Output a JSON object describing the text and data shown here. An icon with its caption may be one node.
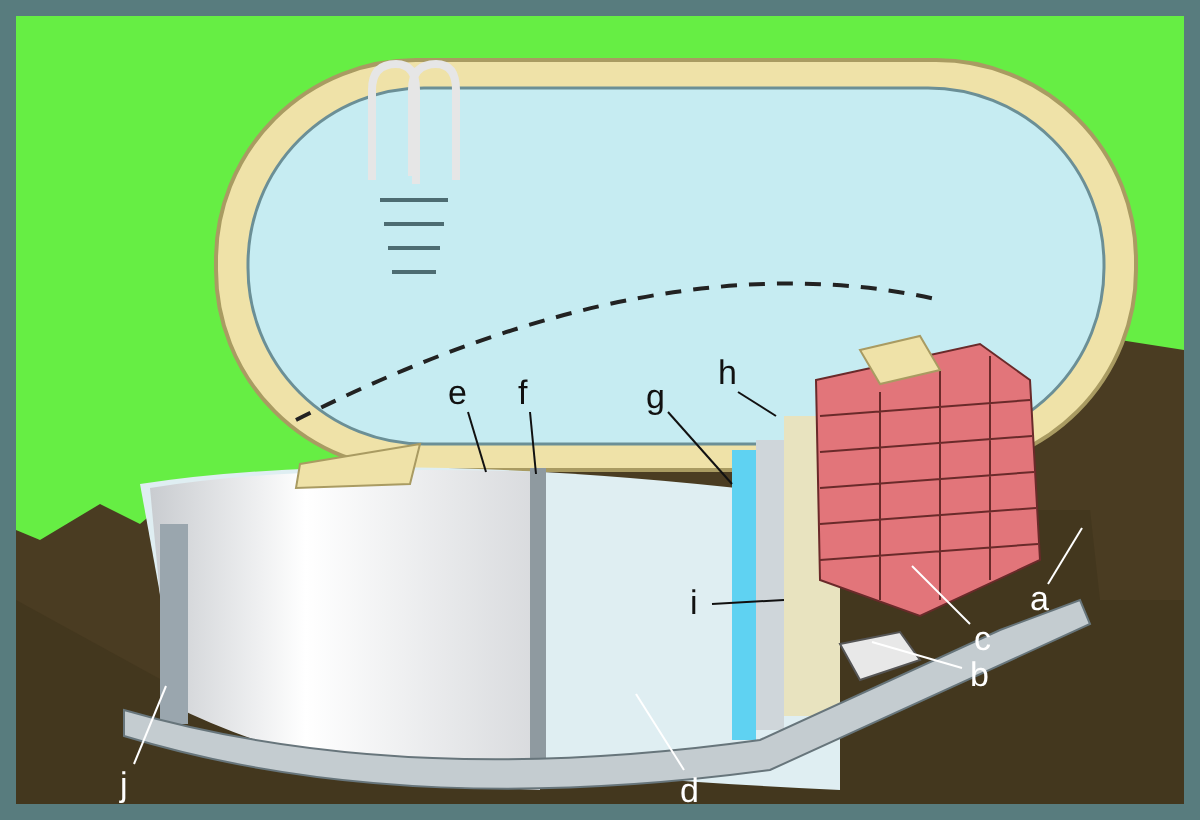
{
  "diagram": {
    "nodes": [
      {
        "text": [
          "a"
        ]
      },
      {
        "text": [
          "b"
        ]
      },
      {
        "text": [
          "c"
        ]
      },
      {
        "text": [
          "d"
        ]
      },
      {
        "text": [
          "e"
        ]
      },
      {
        "text": [
          "f"
        ]
      },
      {
        "text": [
          "g"
        ]
      },
      {
        "text": [
          "h"
        ]
      },
      {
        "text": [
          "i"
        ]
      },
      {
        "text": [
          "j"
        ]
      }
    ],
    "edges": [
      {
        "from": 0,
        "to": null,
        "arrow": "none"
      },
      {
        "from": 1,
        "to": null,
        "arrow": "none"
      },
      {
        "from": 2,
        "to": null,
        "arrow": "none"
      },
      {
        "from": 3,
        "to": null,
        "arrow": "none"
      },
      {
        "from": 4,
        "to": null,
        "arrow": "none",
        "color": "#111111"
      },
      {
        "from": 5,
        "to": null,
        "arrow": "none",
        "color": "#111111"
      },
      {
        "from": 6,
        "to": null,
        "arrow": "none",
        "color": "#111111"
      },
      {
        "from": 7,
        "to": null,
        "arrow": "none",
        "color": "#111111"
      },
      {
        "from": 8,
        "to": null,
        "arrow": "none",
        "color": "#111111"
      },
      {
        "from": 9,
        "to": null,
        "arrow": "none"
      }
    ]
  }
}
